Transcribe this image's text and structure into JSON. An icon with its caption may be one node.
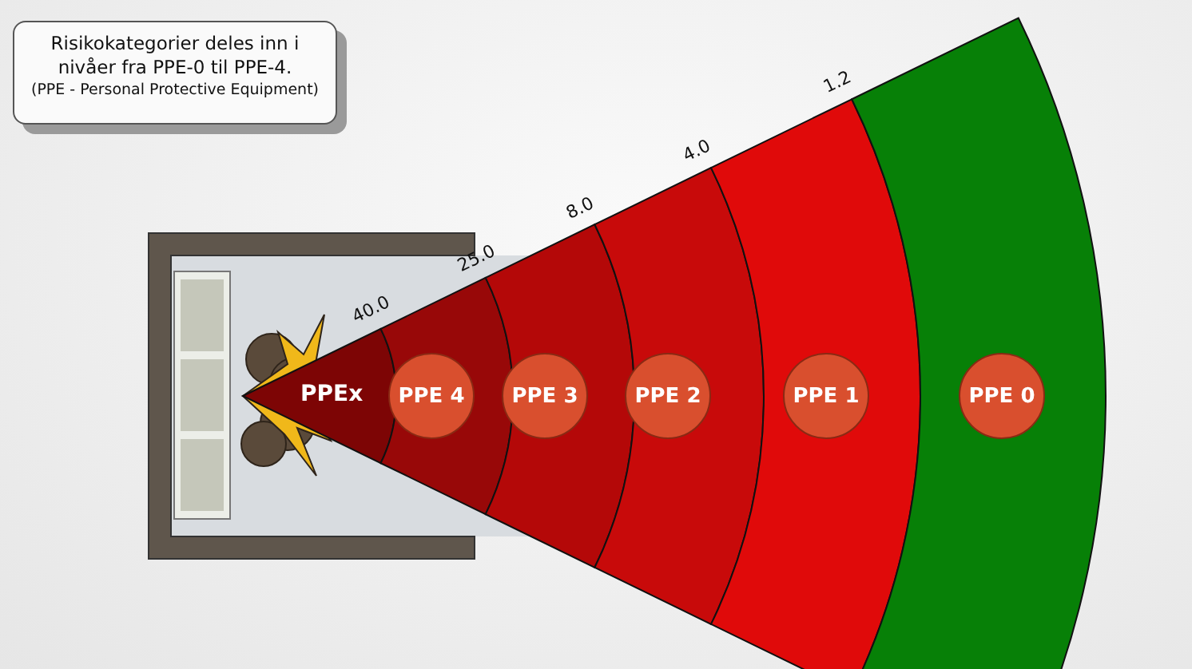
{
  "diagram": {
    "nodes": [
      {
        "text": [
          "Risikokategorier deles inn i nivåer fra PPE-0 til PPE-4.",
          "(PPE - Personal Protective Equipment)"
        ]
      },
      {
        "text": [
          "PPE 4"
        ]
      },
      {
        "text": [
          "PPE 3"
        ]
      },
      {
        "text": [
          "PPE 2"
        ]
      },
      {
        "text": [
          "PPE 1"
        ]
      },
      {
        "text": [
          "PPE 0"
        ]
      }
    ],
    "labels": [
      "1.2",
      "4.0",
      "8.0",
      "25.0",
      "40.0",
      "PPEx"
    ]
  }
}
